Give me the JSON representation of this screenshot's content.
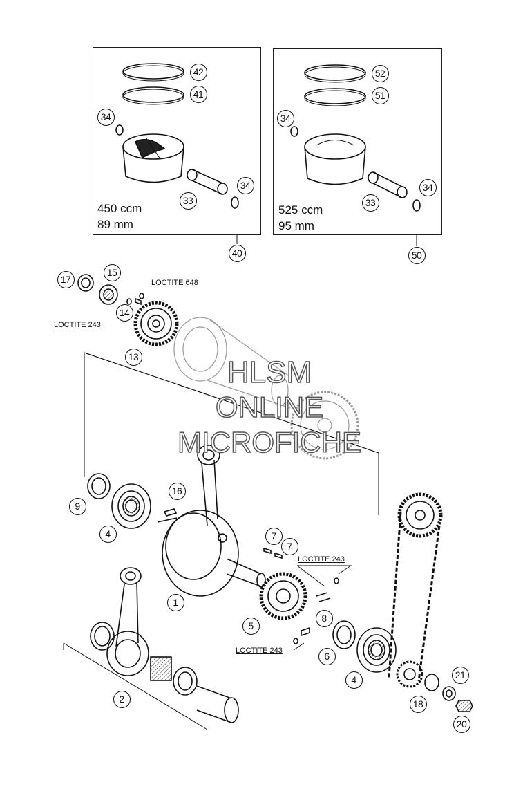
{
  "piston_kits": [
    {
      "displacement": "450 ccm",
      "bore": "89 mm"
    },
    {
      "displacement": "525 ccm",
      "bore": "95 mm"
    }
  ],
  "callouts": {
    "c42": "42",
    "c41": "41",
    "c34a": "34",
    "c34b": "34",
    "c33a": "33",
    "c40": "40",
    "c52": "52",
    "c51": "51",
    "c34c": "34",
    "c34d": "34",
    "c33b": "33",
    "c50": "50",
    "c17": "17",
    "c15": "15",
    "c14": "14",
    "c13": "13",
    "c9": "9",
    "c4a": "4",
    "c16": "16",
    "c1": "1",
    "c7a": "7",
    "c7b": "7",
    "c8": "8",
    "c5": "5",
    "c6": "6",
    "c4b": "4",
    "c2": "2",
    "c21": "21",
    "c18": "18",
    "c20": "20"
  },
  "loctite_labels": {
    "l648": "LOCTITE 648",
    "l243a": "LOCTITE 243",
    "l243b": "LOCTITE 243",
    "l243c": "LOCTITE 243"
  },
  "watermark": {
    "line1": "HLSM",
    "line2": "ONLINE",
    "line3": "MICROFICHE"
  },
  "colors": {
    "ink": "#111111",
    "light_ink": "#9a9a9a",
    "background": "#ffffff"
  }
}
